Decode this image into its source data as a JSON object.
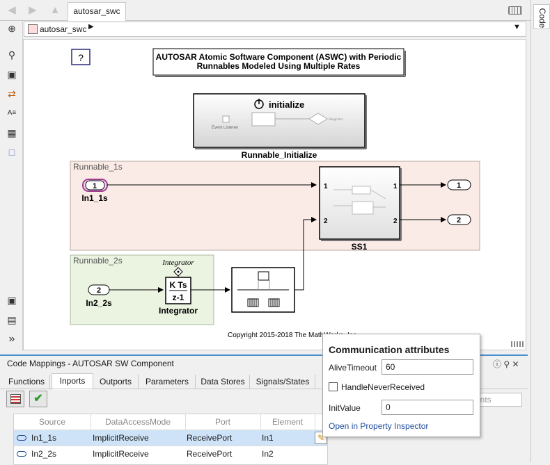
{
  "tab": {
    "label": "autosar_swc"
  },
  "address": {
    "path": "autosar_swc"
  },
  "right_panel": {
    "label": "Code"
  },
  "diagram": {
    "help_label": "?",
    "title_line1": "AUTOSAR Atomic Software Component (ASWC) with Periodic",
    "title_line2": "Runnables Modeled Using Multiple Rates",
    "init_block": {
      "label": "initialize",
      "event_listener": "Event Listener",
      "integrator": "Integrator",
      "name": "Runnable_Initialize"
    },
    "area_1s": {
      "label": "Runnable_1s"
    },
    "area_2s": {
      "label": "Runnable_2s"
    },
    "in1": {
      "num": "1",
      "name": "In1_1s"
    },
    "in2": {
      "num": "2",
      "name": "In2_2s"
    },
    "ss1": {
      "name": "SS1",
      "in1": "1",
      "in2": "2",
      "out1": "1",
      "out2": "2"
    },
    "out1": {
      "num": "1"
    },
    "out2": {
      "num": "2"
    },
    "integrator": {
      "top_label": "Integrator",
      "num": "K Ts",
      "den": "z-1",
      "name": "Integrator"
    },
    "copyright": "Copyright 2015-2018 The MathWorks, Inc."
  },
  "code_mappings": {
    "title": "Code Mappings - AUTOSAR SW Component",
    "tabs": [
      "Functions",
      "Inports",
      "Outports",
      "Parameters",
      "Data Stores",
      "Signals/States"
    ],
    "active_tab": "Inports",
    "search_placeholder": "ents",
    "columns": [
      "Source",
      "DataAccessMode",
      "Port",
      "Element"
    ],
    "rows": [
      {
        "source": "In1_1s",
        "access": "ImplicitReceive",
        "port": "ReceivePort",
        "element": "In1"
      },
      {
        "source": "In2_2s",
        "access": "ImplicitReceive",
        "port": "ReceivePort",
        "element": "In2"
      }
    ]
  },
  "popup": {
    "title": "Communication attributes",
    "alive_label": "AliveTimeout",
    "alive_value": "60",
    "handle_label": "HandleNeverReceived",
    "handle_checked": false,
    "init_label": "InitValue",
    "init_value": "0",
    "link": "Open in Property Inspector"
  }
}
